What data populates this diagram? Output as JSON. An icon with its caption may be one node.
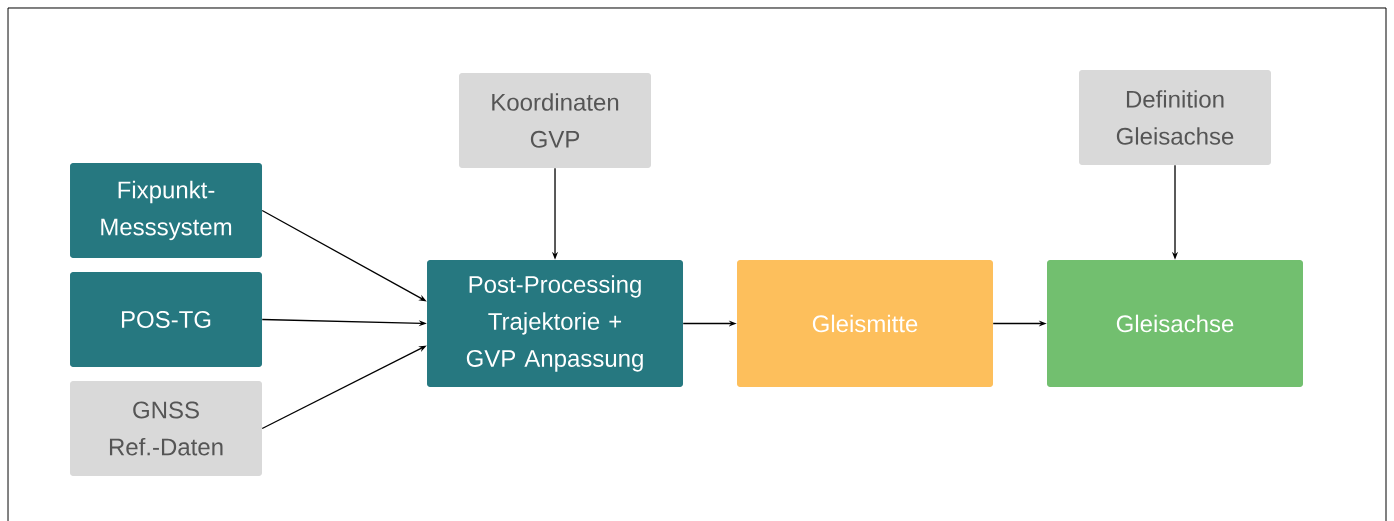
{
  "diagram": {
    "nodes": [
      {
        "text": [
          "Fixpunkt-Messsystem"
        ]
      },
      {
        "text": [
          "POS-TG"
        ]
      },
      {
        "text": [
          "GNSS Ref.-Daten"
        ]
      },
      {
        "text": [
          "Koordinaten GVP"
        ]
      },
      {
        "text": [
          "Post-Processing Trajektorie + GVP Anpassung"
        ]
      },
      {
        "text": [
          "Gleismitte"
        ]
      },
      {
        "text": [
          "Definition Gleisachse"
        ]
      },
      {
        "text": [
          "Gleisachse"
        ]
      }
    ],
    "edges": [
      {
        "from": 0,
        "to": 4,
        "arrow": "to"
      },
      {
        "from": 1,
        "to": 4,
        "arrow": "to"
      },
      {
        "from": 2,
        "to": 4,
        "arrow": "to"
      },
      {
        "from": 3,
        "to": 4,
        "arrow": "to"
      },
      {
        "from": 4,
        "to": 5,
        "arrow": "to"
      },
      {
        "from": 5,
        "to": 7,
        "arrow": "to"
      },
      {
        "from": 6,
        "to": 7,
        "arrow": "to"
      }
    ]
  }
}
